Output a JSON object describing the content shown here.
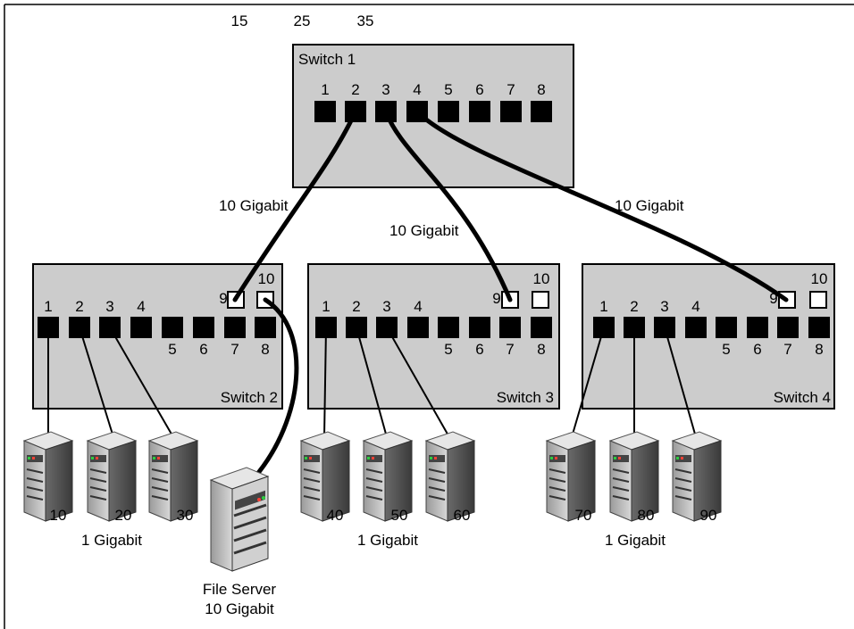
{
  "top_numbers": [
    "15",
    "25",
    "35"
  ],
  "switches": [
    {
      "name": "Switch 1",
      "ports": [
        "1",
        "2",
        "3",
        "4",
        "5",
        "6",
        "7",
        "8"
      ]
    },
    {
      "name": "Switch 2",
      "top_ports": [
        "1",
        "2",
        "3",
        "4"
      ],
      "bottom_ports": [
        "5",
        "6",
        "7",
        "8"
      ],
      "uplink_ports": [
        "9",
        "10"
      ]
    },
    {
      "name": "Switch 3",
      "top_ports": [
        "1",
        "2",
        "3",
        "4"
      ],
      "bottom_ports": [
        "5",
        "6",
        "7",
        "8"
      ],
      "uplink_ports": [
        "9",
        "10"
      ]
    },
    {
      "name": "Switch 4",
      "top_ports": [
        "1",
        "2",
        "3",
        "4"
      ],
      "bottom_ports": [
        "5",
        "6",
        "7",
        "8"
      ],
      "uplink_ports": [
        "9",
        "10"
      ]
    }
  ],
  "links": {
    "s2": "10 Gigabit",
    "s3": "10 Gigabit",
    "s4": "10 Gigabit"
  },
  "servers": [
    "10",
    "20",
    "30",
    "40",
    "50",
    "60",
    "70",
    "80",
    "90"
  ],
  "group_speeds": [
    "1 Gigabit",
    "1 Gigabit",
    "1 Gigabit"
  ],
  "file_server": {
    "name": "File Server",
    "speed": "10 Gigabit"
  }
}
